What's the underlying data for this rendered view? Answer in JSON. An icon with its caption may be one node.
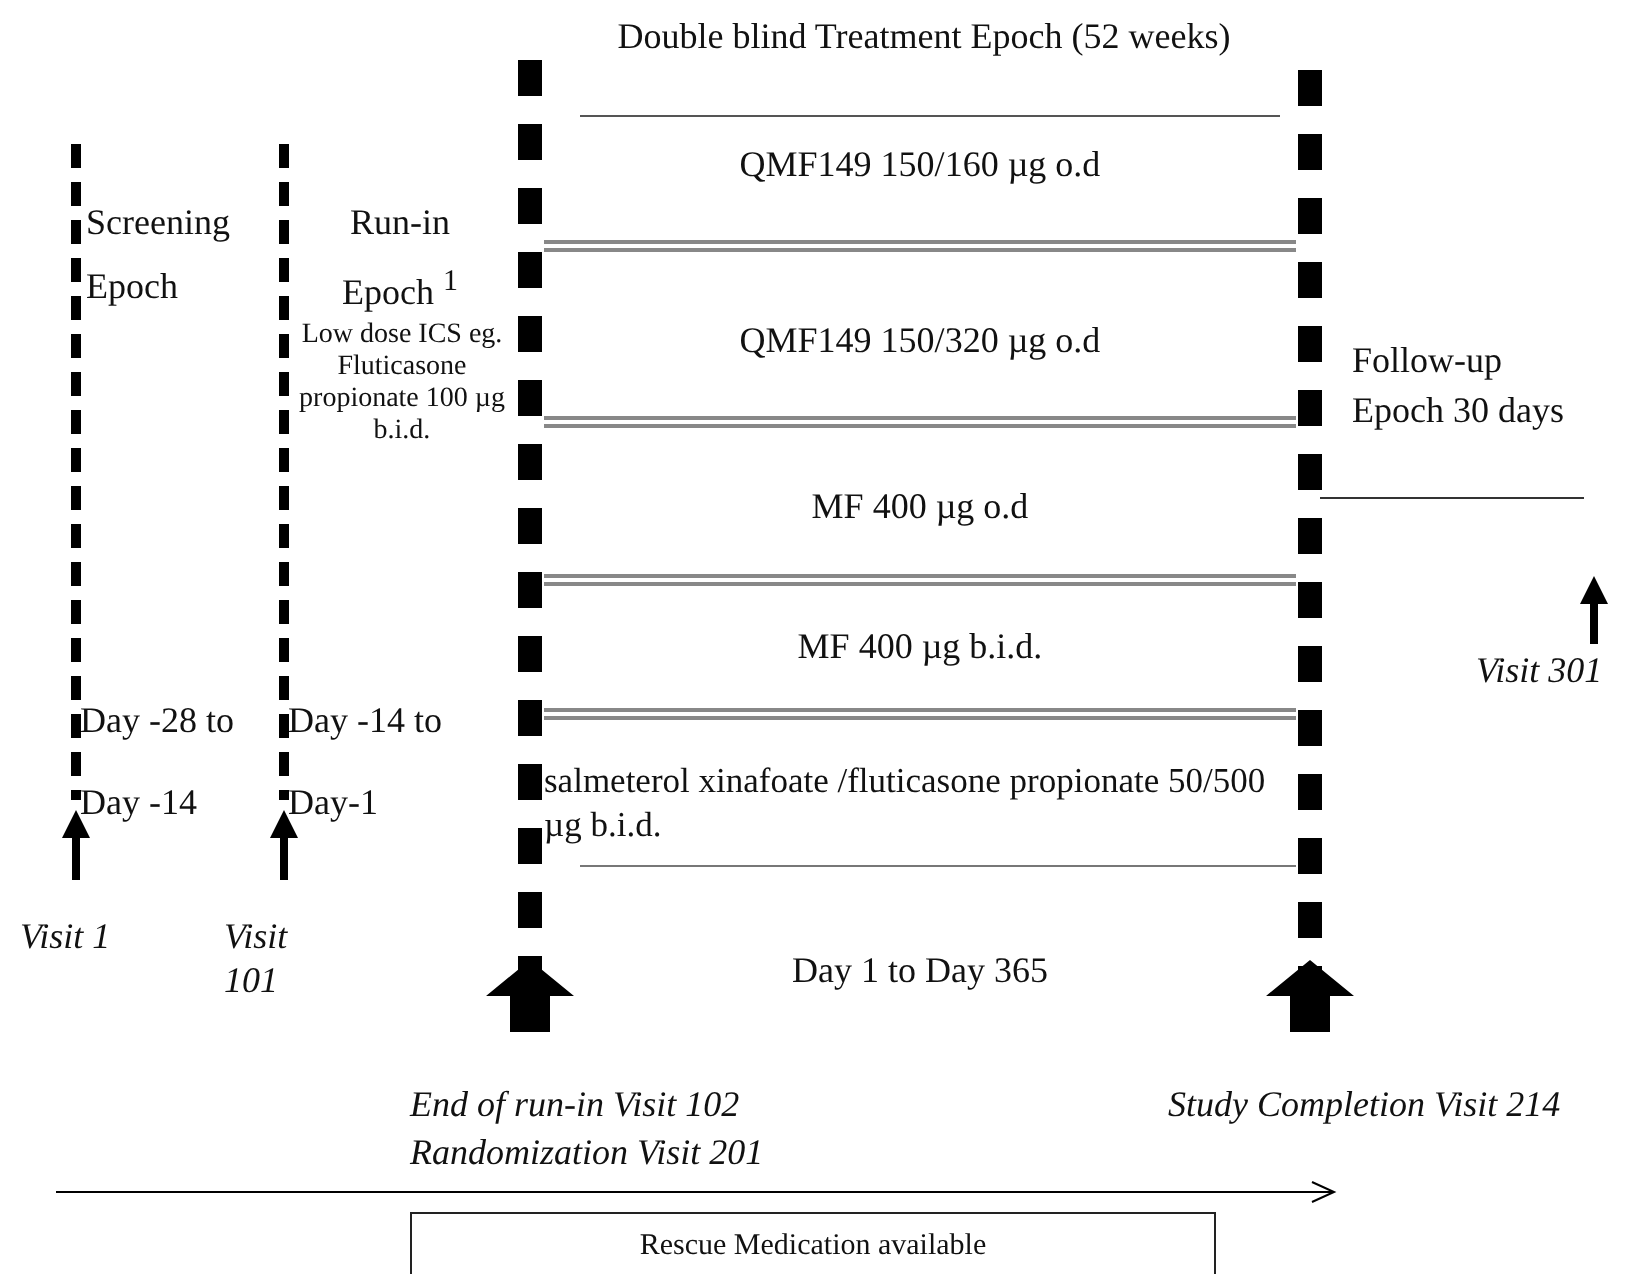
{
  "diagram": {
    "title": "Double blind Treatment Epoch (52 weeks)",
    "nodes": [
      {
        "text": [
          "Rescue Medication available"
        ]
      }
    ],
    "edges": [],
    "labels": [
      "Screening Epoch",
      "Run-in Epoch $^{1}$",
      "Low dose ICS eg. Fluticasone propionate 100 µg b.i.d.",
      "QMF149 150/160 µg o.d",
      "QMF149 150/320 µg o.d",
      "Follow-up Epoch 30 days",
      "MF 400 µg o.d",
      "MF 400 µg b.i.d.",
      "Day -28 to Day -14",
      "Day  -14 to Day-1",
      "salmeterol xinafoate /fluticasone propionate 50/500 µg b.i.d.",
      "Visit 1",
      "Visit 101",
      "Visit 301",
      "Day 1 to Day 365",
      "End of run-in Visit 102 Randomization Visit 201",
      "Study Completion Visit 214"
    ]
  }
}
